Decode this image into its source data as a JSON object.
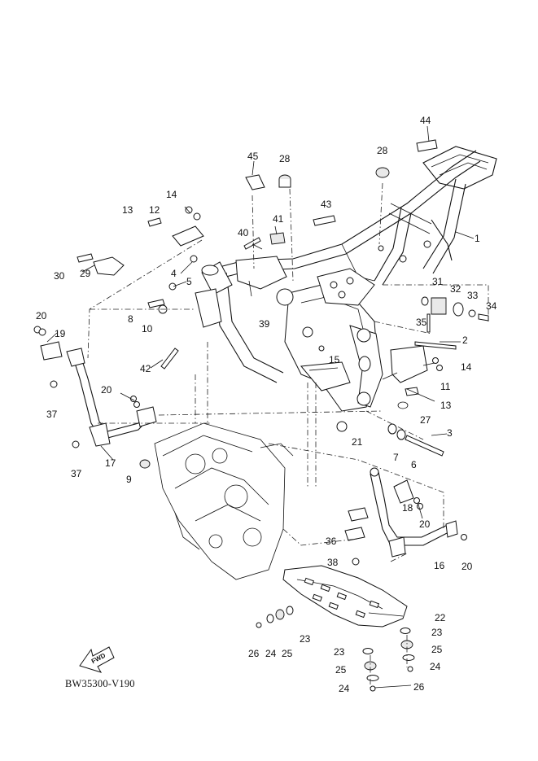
{
  "diagram": {
    "code": "BW35300-V190",
    "fwd_label": "FWD",
    "callouts": [
      {
        "id": "c1",
        "text": "1"
      },
      {
        "id": "c2",
        "text": "2"
      },
      {
        "id": "c3",
        "text": "3"
      },
      {
        "id": "c4",
        "text": "4"
      },
      {
        "id": "c5",
        "text": "5"
      },
      {
        "id": "c6",
        "text": "6"
      },
      {
        "id": "c7",
        "text": "7"
      },
      {
        "id": "c8",
        "text": "8"
      },
      {
        "id": "c9",
        "text": "9"
      },
      {
        "id": "c10",
        "text": "10"
      },
      {
        "id": "c11",
        "text": "11"
      },
      {
        "id": "c12",
        "text": "12"
      },
      {
        "id": "c13a",
        "text": "13"
      },
      {
        "id": "c13b",
        "text": "13"
      },
      {
        "id": "c14a",
        "text": "14"
      },
      {
        "id": "c14b",
        "text": "14"
      },
      {
        "id": "c15",
        "text": "15"
      },
      {
        "id": "c16",
        "text": "16"
      },
      {
        "id": "c17",
        "text": "17"
      },
      {
        "id": "c18",
        "text": "18"
      },
      {
        "id": "c19",
        "text": "19"
      },
      {
        "id": "c20a",
        "text": "20"
      },
      {
        "id": "c20b",
        "text": "20"
      },
      {
        "id": "c20c",
        "text": "20"
      },
      {
        "id": "c20d",
        "text": "20"
      },
      {
        "id": "c21",
        "text": "21"
      },
      {
        "id": "c22",
        "text": "22"
      },
      {
        "id": "c23a",
        "text": "23"
      },
      {
        "id": "c23b",
        "text": "23"
      },
      {
        "id": "c23c",
        "text": "23"
      },
      {
        "id": "c24a",
        "text": "24"
      },
      {
        "id": "c24b",
        "text": "24"
      },
      {
        "id": "c24c",
        "text": "24"
      },
      {
        "id": "c25a",
        "text": "25"
      },
      {
        "id": "c25b",
        "text": "25"
      },
      {
        "id": "c25c",
        "text": "25"
      },
      {
        "id": "c26a",
        "text": "26"
      },
      {
        "id": "c26b",
        "text": "26"
      },
      {
        "id": "c27",
        "text": "27"
      },
      {
        "id": "c28a",
        "text": "28"
      },
      {
        "id": "c28b",
        "text": "28"
      },
      {
        "id": "c29",
        "text": "29"
      },
      {
        "id": "c30",
        "text": "30"
      },
      {
        "id": "c31",
        "text": "31"
      },
      {
        "id": "c32",
        "text": "32"
      },
      {
        "id": "c33",
        "text": "33"
      },
      {
        "id": "c34",
        "text": "34"
      },
      {
        "id": "c35",
        "text": "35"
      },
      {
        "id": "c36",
        "text": "36"
      },
      {
        "id": "c37a",
        "text": "37"
      },
      {
        "id": "c37b",
        "text": "37"
      },
      {
        "id": "c38",
        "text": "38"
      },
      {
        "id": "c39",
        "text": "39"
      },
      {
        "id": "c40",
        "text": "40"
      },
      {
        "id": "c41",
        "text": "41"
      },
      {
        "id": "c42",
        "text": "42"
      },
      {
        "id": "c43",
        "text": "43"
      },
      {
        "id": "c44",
        "text": "44"
      },
      {
        "id": "c45",
        "text": "45"
      }
    ]
  }
}
